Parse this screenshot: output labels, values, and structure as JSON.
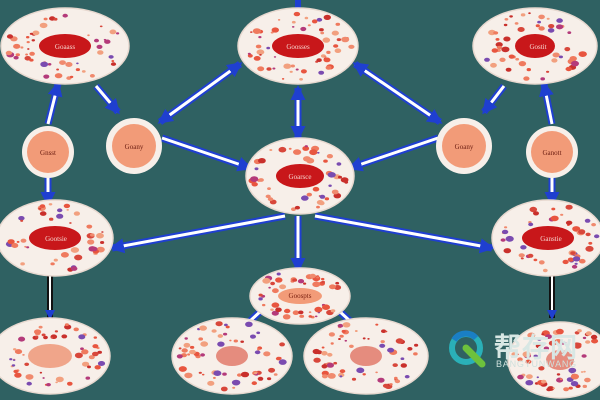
{
  "theme": {
    "background": "#2f6162",
    "cell_fill": "#f7efe9",
    "nucleus": "#c8171a",
    "node_fill": "#f29b78",
    "arrow_blue": "#1f3fd0",
    "arrow_white": "#ffffff"
  },
  "cells": [
    {
      "id": "c1",
      "label": "Goaass"
    },
    {
      "id": "c2",
      "label": "Goosses"
    },
    {
      "id": "c3",
      "label": "Gostit"
    },
    {
      "id": "c4",
      "label": "Goarsce"
    },
    {
      "id": "c5",
      "label": "Gootsie"
    },
    {
      "id": "c6",
      "label": "Ganstie"
    },
    {
      "id": "c7",
      "label": "Goospts"
    },
    {
      "id": "c8",
      "label": ""
    },
    {
      "id": "c9",
      "label": ""
    },
    {
      "id": "c10",
      "label": ""
    },
    {
      "id": "c11",
      "label": ""
    }
  ],
  "nodes": [
    {
      "id": "n1",
      "label": "Gnsst"
    },
    {
      "id": "n2",
      "label": "Goany"
    },
    {
      "id": "n3",
      "label": "Goany"
    },
    {
      "id": "n4",
      "label": "Ganott"
    }
  ],
  "watermark": {
    "text_cn": "帮存网",
    "text_en": "BANGYUNWANG",
    "icon": "q-logo-icon"
  }
}
